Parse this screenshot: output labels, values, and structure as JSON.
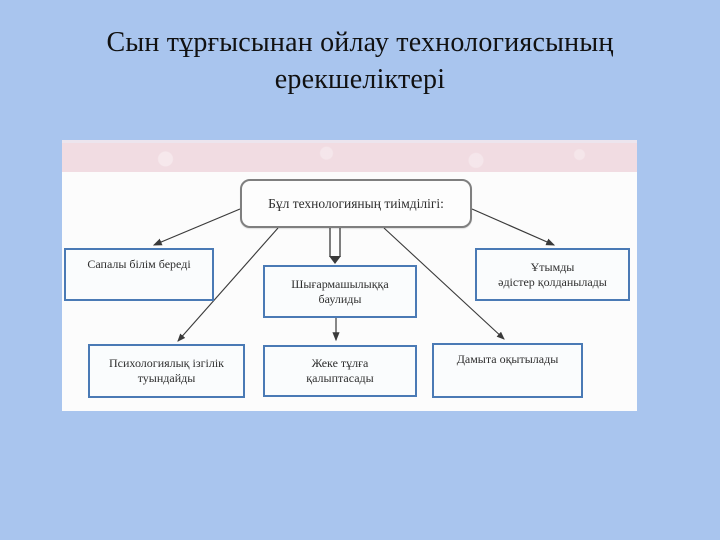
{
  "slide": {
    "title": "Сын тұрғысынан ойлау технологиясының\nерекшеліктері"
  },
  "diagram": {
    "root": {
      "label": "Бұл технологияның тиімділігі:"
    },
    "nodes": [
      {
        "id": "sapaly-bilim",
        "label": "Сапалы білім береді"
      },
      {
        "id": "shygarmashylyq",
        "label": "Шығармашылыққа\nбаулиды"
      },
      {
        "id": "utymdy-adister",
        "label": "Ұтымды\nәдістер қолданылады"
      },
      {
        "id": "psihologialyq-izgilik",
        "label": "Психологиялық ізгілік\nтуындайды"
      },
      {
        "id": "zheke-tulga",
        "label": "Жеке тұлға\nқалыптасады"
      },
      {
        "id": "damyta-oqytylady",
        "label": "Дамыта оқытылады"
      }
    ]
  },
  "colors": {
    "slide_background": "#a9c5ee",
    "panel_background": "#fcfcfc",
    "band_pink": "#f1dce2",
    "node_border": "#4a7ab5",
    "node_fill": "#fafcfd",
    "root_border": "#7f7f7f",
    "arrow": "#3a3a3a",
    "title_text": "#111111",
    "node_text": "#2e2e2e"
  }
}
